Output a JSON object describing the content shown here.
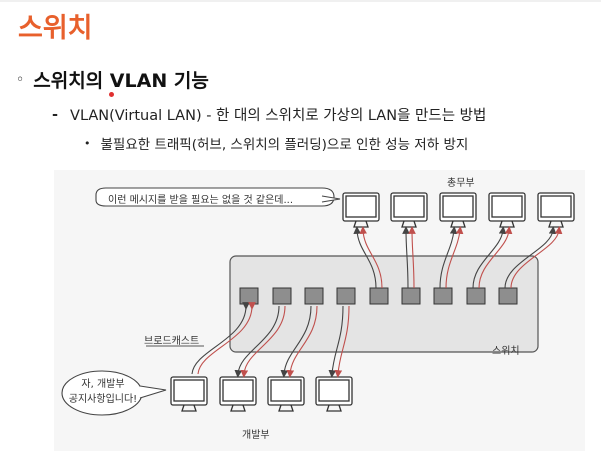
{
  "slide": {
    "title": "스위치",
    "bullet1": "스위치의 VLAN 기능",
    "bullet2": "VLAN(Virtual LAN) - 한 대의 스위치로 가상의 LAN을 만드는 방법",
    "bullet3": "불필요한 트래픽(허브, 스위치의 플러딩)으로 인한 성능 저하 방지",
    "bullet1_marker": "◦",
    "bullet2_marker": "-",
    "bullet3_marker": "•"
  },
  "figure": {
    "label_general_affairs": "총무부",
    "label_switch": "스위치",
    "label_broadcast": "브로드캐스트",
    "label_development": "개발부",
    "bubble_top": "이런 메시지를 받을 필요는 없을 것 같은데...",
    "bubble_bottom_line1": "자, 개발부",
    "bubble_bottom_line2": "공지사항입니다!",
    "accent_arrow_color": "#c0504d"
  }
}
